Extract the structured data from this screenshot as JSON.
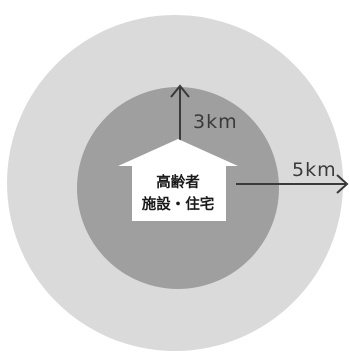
{
  "diagram": {
    "center_label_line1": "高齢者",
    "center_label_line2": "施設・住宅",
    "inner_radius_label": "3km",
    "outer_radius_label": "5km",
    "colors": {
      "outer_ring": "#dadada",
      "inner_circle": "#9f9f9f",
      "arrows": "#3a3a3a",
      "house": "#ffffff"
    }
  }
}
